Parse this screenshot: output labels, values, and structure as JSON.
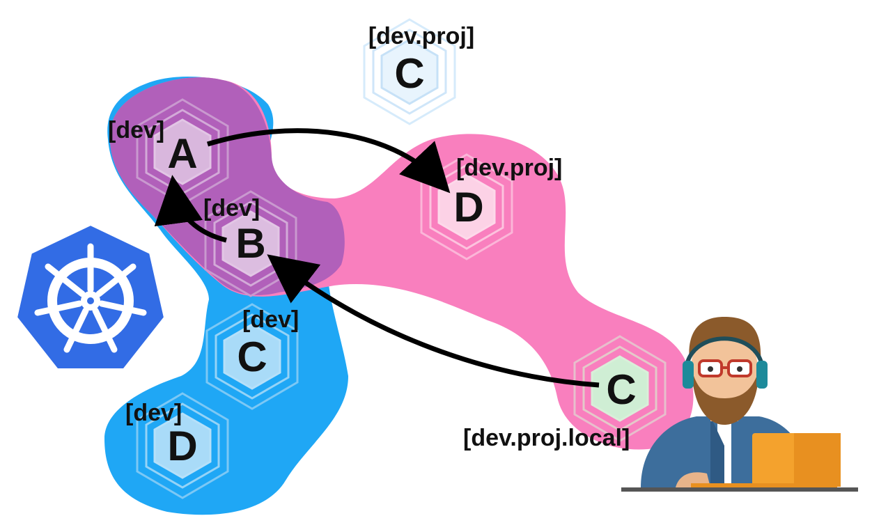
{
  "colors": {
    "blue_blob": "#1fa7f5",
    "pink_blob": "#f97fbe",
    "overlap": "#b160ba",
    "k8s_logo": "#326ce5",
    "arrow": "#000000"
  },
  "nodes": [
    {
      "id": "remote_c",
      "letter": "C",
      "tag": "[dev.proj]"
    },
    {
      "id": "a",
      "letter": "A",
      "tag": "[dev]"
    },
    {
      "id": "b",
      "letter": "B",
      "tag": "[dev]"
    },
    {
      "id": "proj_d",
      "letter": "D",
      "tag": "[dev.proj]"
    },
    {
      "id": "blue_c",
      "letter": "C",
      "tag": "[dev]"
    },
    {
      "id": "blue_d",
      "letter": "D",
      "tag": "[dev]"
    },
    {
      "id": "local_c",
      "letter": "C",
      "tag": "[dev.proj.local]"
    }
  ],
  "arrows": [
    {
      "from": "A",
      "to": "D"
    },
    {
      "from": "B",
      "to": "A"
    },
    {
      "from": "C",
      "to": "B"
    }
  ],
  "icons": {
    "logo": "kubernetes-helm-logo",
    "developer": "developer-with-headphones-illustration"
  }
}
